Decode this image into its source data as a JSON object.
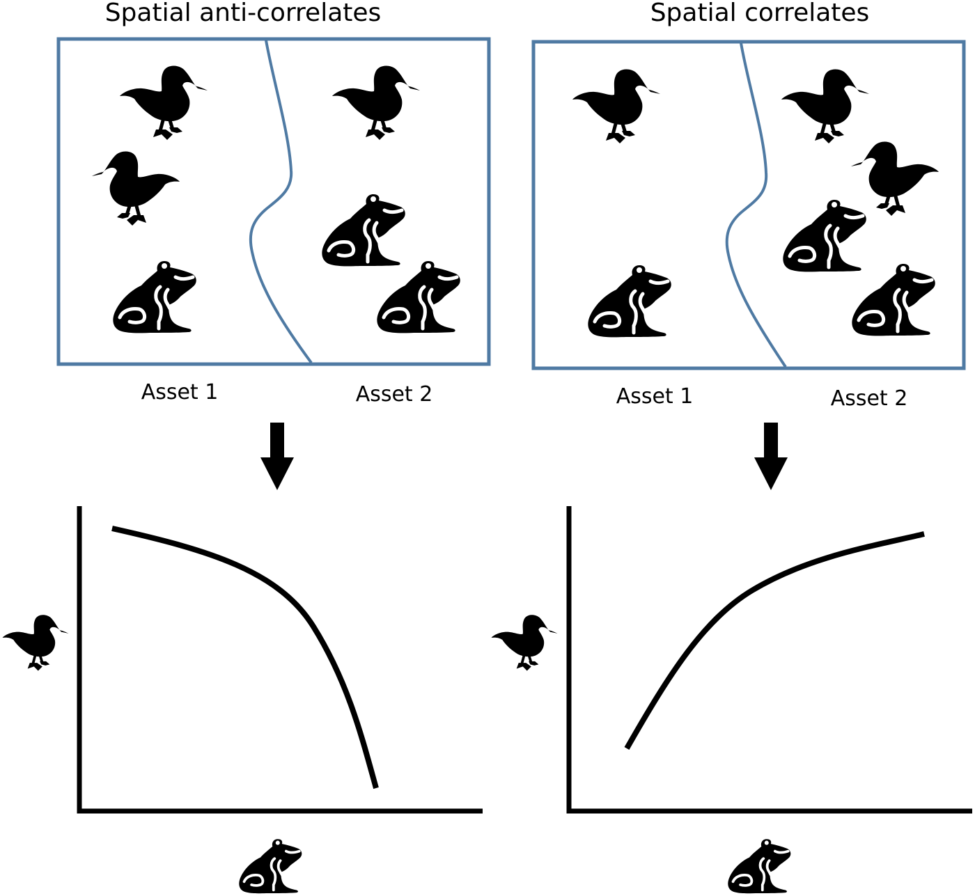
{
  "panels": [
    {
      "title": "Spatial anti-correlates",
      "asset1_label": "Asset 1",
      "asset2_label": "Asset 2",
      "asset1_contents": [
        "duck",
        "duck",
        "frog"
      ],
      "asset2_contents": [
        "duck",
        "frog",
        "frog"
      ],
      "relationship": "negative"
    },
    {
      "title": "Spatial correlates",
      "asset1_label": "Asset 1",
      "asset2_label": "Asset 2",
      "asset1_contents": [
        "duck",
        "frog"
      ],
      "asset2_contents": [
        "duck",
        "duck",
        "frog",
        "frog"
      ],
      "relationship": "positive"
    }
  ],
  "plots": [
    {
      "y_axis_icon": "duck-icon",
      "x_axis_icon": "frog-icon",
      "curve": "decreasing"
    },
    {
      "y_axis_icon": "duck-icon",
      "x_axis_icon": "frog-icon",
      "curve": "increasing"
    }
  ],
  "colors": {
    "boundary": "#4f7aa3",
    "ink": "#000000",
    "background": "#ffffff"
  }
}
